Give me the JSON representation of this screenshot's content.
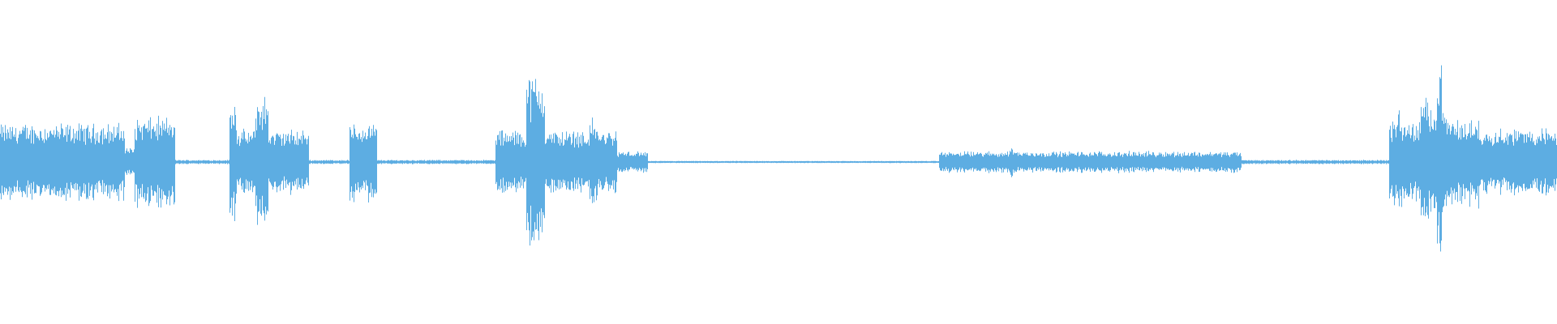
{
  "waveform": {
    "color": "#5DADE2",
    "background": "#FFFFFF",
    "segments": [
      {
        "start": 0.0,
        "end": 0.08,
        "level": 0.36
      },
      {
        "start": 0.08,
        "end": 0.086,
        "level": 0.14
      },
      {
        "start": 0.086,
        "end": 0.112,
        "level": 0.42,
        "peak": 0.1,
        "peakLevel": 0.42
      },
      {
        "start": 0.112,
        "end": 0.147,
        "level": 0.02
      },
      {
        "start": 0.147,
        "end": 0.152,
        "level": 0.58,
        "peak": 0.15,
        "peakLevel": 0.6
      },
      {
        "start": 0.152,
        "end": 0.164,
        "level": 0.3
      },
      {
        "start": 0.164,
        "end": 0.172,
        "level": 0.62,
        "peak": 0.167,
        "peakLevel": 0.6
      },
      {
        "start": 0.172,
        "end": 0.198,
        "level": 0.3
      },
      {
        "start": 0.198,
        "end": 0.224,
        "level": 0.02
      },
      {
        "start": 0.224,
        "end": 0.242,
        "level": 0.36,
        "peak": 0.237,
        "peakLevel": 0.38
      },
      {
        "start": 0.242,
        "end": 0.318,
        "level": 0.02
      },
      {
        "start": 0.318,
        "end": 0.338,
        "level": 0.3
      },
      {
        "start": 0.338,
        "end": 0.35,
        "level": 0.82,
        "peak": 0.346,
        "peakLevel": 0.82
      },
      {
        "start": 0.35,
        "end": 0.396,
        "level": 0.3,
        "peak": 0.381,
        "peakLevel": 0.46
      },
      {
        "start": 0.396,
        "end": 0.416,
        "level": 0.1
      },
      {
        "start": 0.416,
        "end": 0.603,
        "level": 0.01
      },
      {
        "start": 0.603,
        "end": 0.797,
        "level": 0.1,
        "peak": 0.65,
        "peakLevel": 0.16
      },
      {
        "start": 0.797,
        "end": 0.892,
        "level": 0.02
      },
      {
        "start": 0.892,
        "end": 0.912,
        "level": 0.38,
        "peak": 0.898,
        "peakLevel": 0.55
      },
      {
        "start": 0.912,
        "end": 0.928,
        "level": 0.6,
        "peak": 0.925,
        "peakLevel": 1.0
      },
      {
        "start": 0.928,
        "end": 0.95,
        "level": 0.4,
        "peak": 0.952,
        "peakLevel": 0.58
      },
      {
        "start": 0.95,
        "end": 1.0,
        "level": 0.32
      }
    ]
  }
}
